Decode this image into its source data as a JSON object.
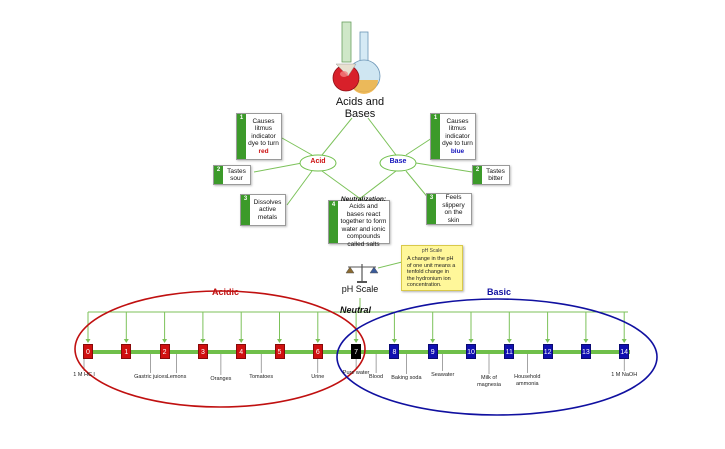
{
  "diagram": {
    "title": "Acids and Bases",
    "nodes": {
      "acid": "Acid",
      "base": "Base"
    },
    "acid_properties": [
      {
        "num": "1",
        "text": "Causes litmus indicator dye to turn",
        "highlight": "red"
      },
      {
        "num": "2",
        "text": "Tastes sour"
      },
      {
        "num": "3",
        "text": "Dissolves active metals"
      }
    ],
    "base_properties": [
      {
        "num": "1",
        "text": "Causes litmus indicator dye to turn",
        "highlight": "blue"
      },
      {
        "num": "2",
        "text": "Tastes bitter"
      },
      {
        "num": "3",
        "text": "Feels slippery on the skin"
      }
    ],
    "neutralization": {
      "num": "4",
      "heading": "Neutralization:",
      "text": "Acids and bases react together to form water and ionic compounds called salts"
    },
    "ph_scale_label": "pH Scale",
    "note": {
      "header": "pH Scale",
      "text": "A change in the pH of one unit means a tenfold change in the hydronium ion concentration."
    },
    "regions": {
      "acidic": "Acidic",
      "basic": "Basic",
      "neutral": "Neutral"
    },
    "scale_values": [
      "0",
      "1",
      "2",
      "3",
      "4",
      "5",
      "6",
      "7",
      "8",
      "9",
      "10",
      "11",
      "12",
      "13",
      "14"
    ],
    "examples": [
      {
        "ph": "0",
        "label": "1 M HC l"
      },
      {
        "ph": "2",
        "label": "Gastric juices"
      },
      {
        "ph": "2",
        "label": "Lemons"
      },
      {
        "ph": "3",
        "label": "Oranges"
      },
      {
        "ph": "4",
        "label": "Tomatoes"
      },
      {
        "ph": "6",
        "label": "Urine"
      },
      {
        "ph": "7",
        "label": "Pure water"
      },
      {
        "ph": "7",
        "label": "Blood"
      },
      {
        "ph": "8",
        "label": "Baking soda"
      },
      {
        "ph": "9",
        "label": "Seawater"
      },
      {
        "ph": "10",
        "label": "Milk of magnesia"
      },
      {
        "ph": "11",
        "label": "Household ammonia"
      },
      {
        "ph": "14",
        "label": "1 M NaOH"
      }
    ],
    "colors": {
      "acid": "#d01010",
      "base": "#1010b0",
      "neutral": "#000000",
      "connector": "#6fbf4a",
      "card_number": "#3c9a2a",
      "note": "#fff79a"
    },
    "icons": [
      "flasks-icon",
      "balance-scale-icon"
    ]
  }
}
